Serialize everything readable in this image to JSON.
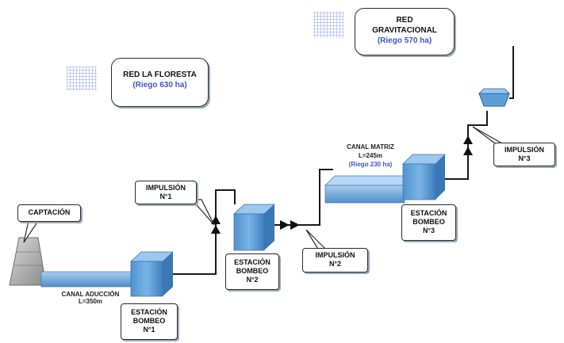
{
  "diagram": {
    "red_floresta": {
      "title": "RED LA FLORESTA",
      "sub": "(Riego 630 ha)"
    },
    "red_gravitacional": {
      "title1": "RED",
      "title2": "GRAVITACIONAL",
      "sub": "(Riego 570 ha)"
    },
    "captacion": "CAPTACIÓN",
    "canal_aduccion": {
      "line1": "CANAL ADUCCIÓN",
      "line2": "L=350m"
    },
    "canal_matriz": {
      "line1": "CANAL MATRIZ",
      "line2": "L=245m",
      "line3": "(Riego 230 ha)"
    },
    "estacion1": {
      "l1": "ESTACIÓN",
      "l2": "BOMBEO",
      "l3": "N°1"
    },
    "estacion2": {
      "l1": "ESTACIÓN",
      "l2": "BOMBEO",
      "l3": "N°2"
    },
    "estacion3": {
      "l1": "ESTACIÓN",
      "l2": "BOMBEO",
      "l3": "N°3"
    },
    "impulsion1": {
      "l1": "IMPULSIÓN",
      "l2": "N°1"
    },
    "impulsion2": {
      "l1": "IMPULSIÓN",
      "l2": "N°2"
    },
    "impulsion3": {
      "l1": "IMPULSIÓN",
      "l2": "N°3"
    }
  },
  "colors": {
    "box_front": "#5b9ed6",
    "box_top": "#9cc7ee",
    "box_side": "#3a77b4",
    "canal": "#6aa3d8",
    "pipe": "#1a1a1a",
    "grid": "#7f8ee0",
    "label_blue": "#3d57c9"
  }
}
